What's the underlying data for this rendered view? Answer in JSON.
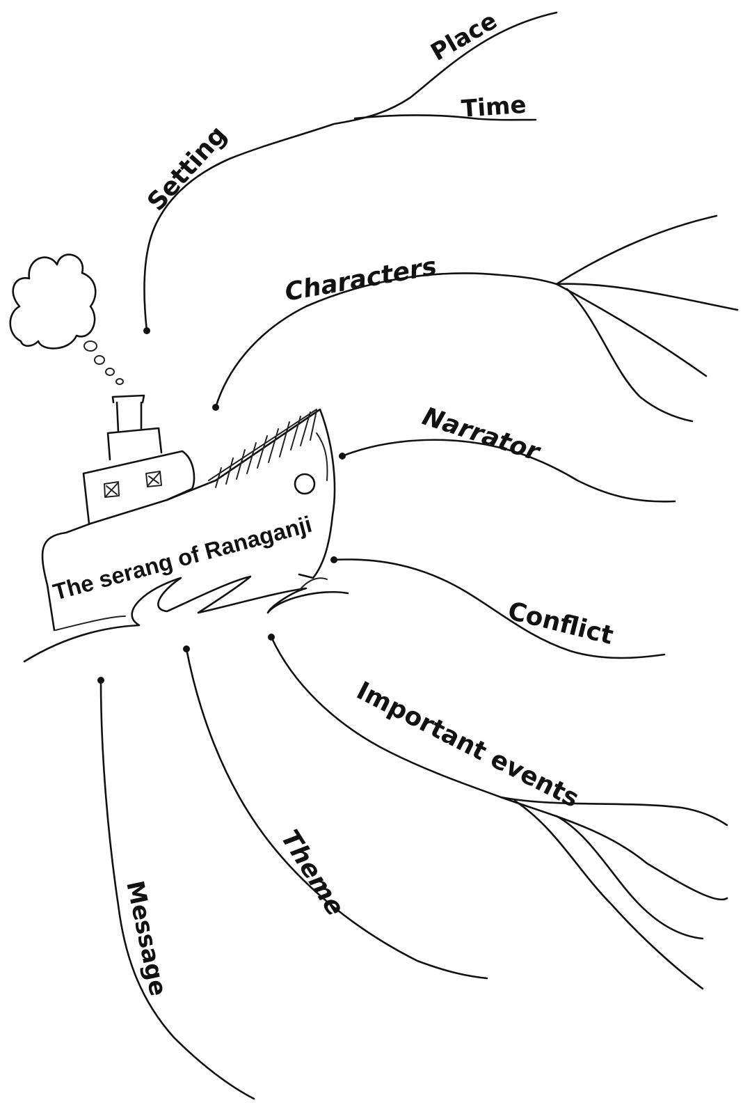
{
  "diagram": {
    "center_label": "The serang of Ranaganji",
    "branches": {
      "setting": "Setting",
      "place": "Place",
      "time": "Time",
      "characters": "Characters",
      "narrator": "Narrator",
      "conflict": "Conflict",
      "important_events": "Important events",
      "theme": "Theme",
      "message": "Message"
    },
    "colors": {
      "ink": "#111111",
      "background": "#ffffff"
    }
  }
}
